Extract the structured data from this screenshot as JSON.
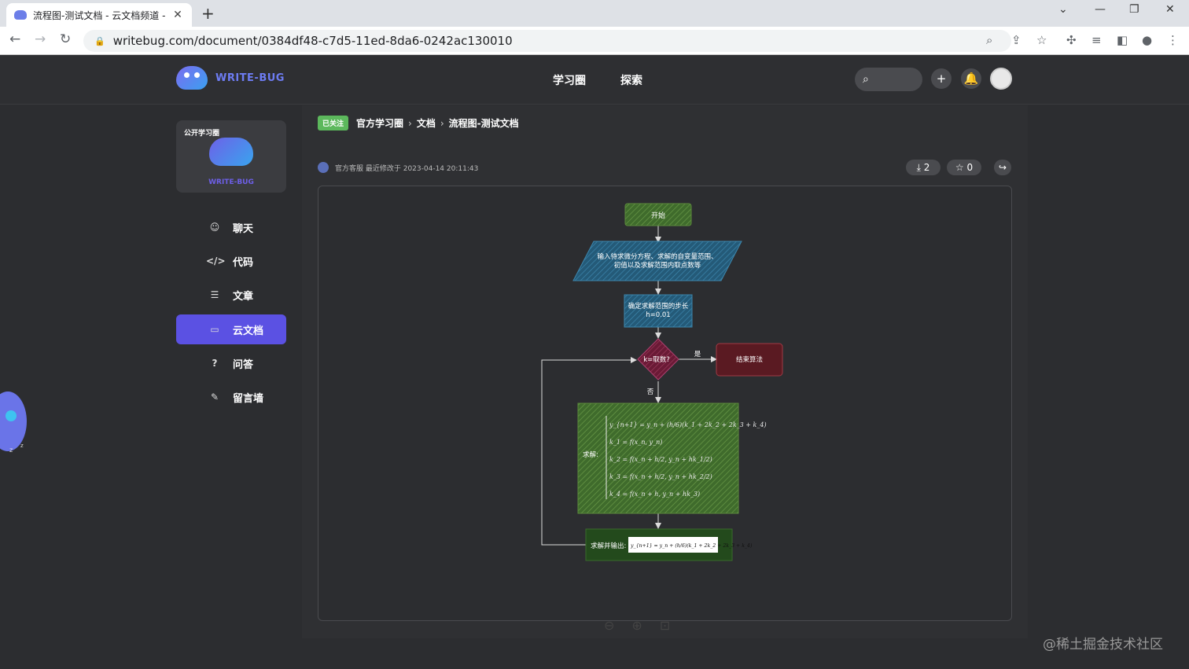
{
  "browser": {
    "tab_title": "流程图-测试文档 - 云文档频道 -",
    "url": "writebug.com/document/0384df48-c7d5-11ed-8da6-0242ac130010"
  },
  "header": {
    "brand": "WRITE-BUG",
    "nav": [
      "学习圈",
      "探索"
    ]
  },
  "sidebar": {
    "group_tag": "公开学习圈",
    "group_caption": "WRITE-BUG",
    "items": [
      {
        "label": "聊天",
        "icon": "chat-icon"
      },
      {
        "label": "代码",
        "icon": "code-icon"
      },
      {
        "label": "文章",
        "icon": "article-icon"
      },
      {
        "label": "云文档",
        "icon": "folder-icon"
      },
      {
        "label": "问答",
        "icon": "question-icon"
      },
      {
        "label": "留言墙",
        "icon": "edit-icon"
      }
    ]
  },
  "doc": {
    "follow_badge": "已关注",
    "breadcrumb": [
      "官方学习圈",
      "文档",
      "流程图-测试文档"
    ],
    "meta": "官方客服 最近修改于 2023-04-14 20:11:43",
    "download_count": "2",
    "star_count": "0"
  },
  "flowchart": {
    "start": "开始",
    "input_line1": "输入待求微分方程、求解的自变量范围、",
    "input_line2": "初值以及求解范围内取点数等",
    "step_line1": "确定求解范围的步长",
    "step_line2": "h=0.01",
    "decision": "k=取数?",
    "yes": "是",
    "no": "否",
    "end": "结束算法",
    "solve_label": "求解:",
    "solve_formulas": [
      "y_{n+1} = y_n + (h/6)(k_1 + 2k_2 + 2k_3 + k_4)",
      "k_1 = f(x_n, y_n)",
      "k_2 = f(x_n + h/2, y_n + hk_1/2)",
      "k_3 = f(x_n + h/2, y_n + hk_2/2)",
      "k_4 = f(x_n + h, y_n + hk_3)"
    ],
    "output_label": "求解并输出:",
    "output_formula": "y_{n+1} = y_n + (h/6)(k_1 + 2k_2 + 2k_3 + k_4)"
  },
  "watermark": "@稀土掘金技术社区",
  "colors": {
    "accent": "#5b51e3",
    "follow_green": "#5cb85c",
    "flow_green": "#3f6b2c",
    "flow_blue": "#2d6b8c",
    "flow_crimson": "#7a1f3c",
    "flow_darkred": "#5a1a22"
  }
}
